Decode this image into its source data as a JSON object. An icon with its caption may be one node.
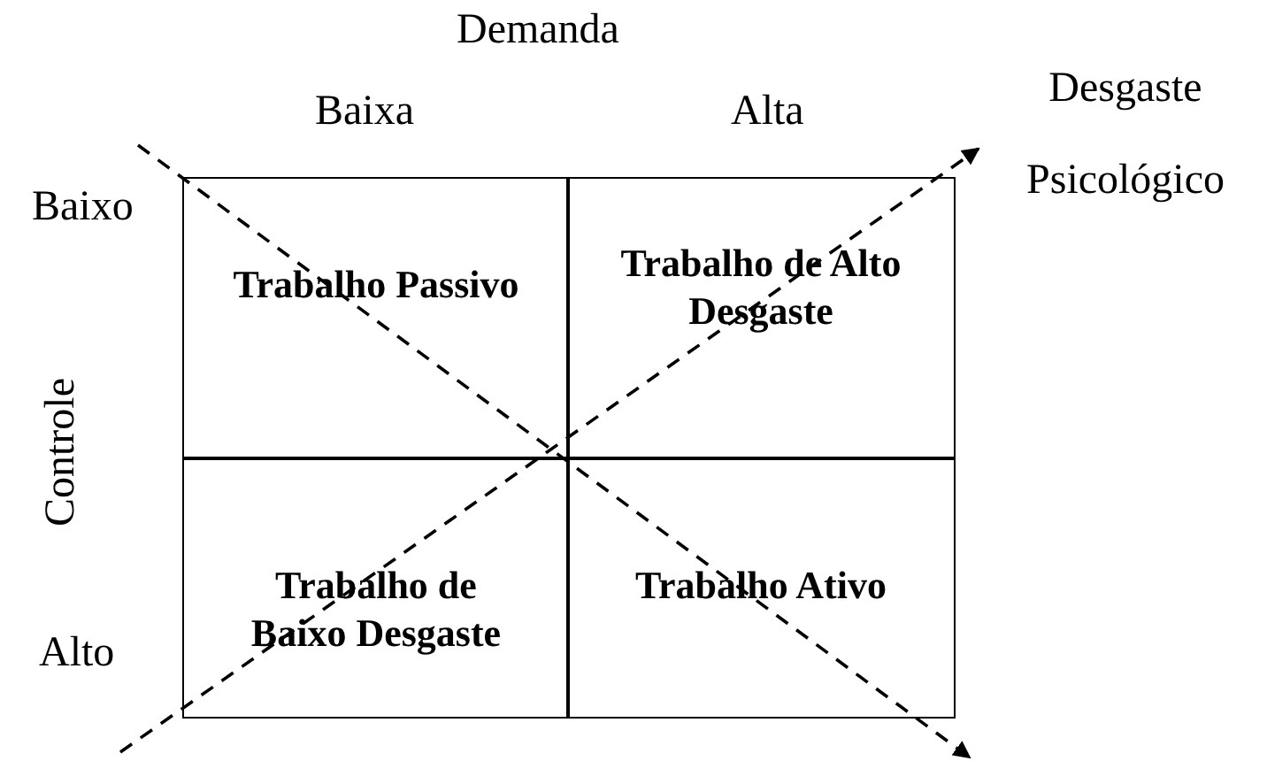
{
  "diagram": {
    "nodes": [
      {
        "text": [
          "Trabalho Passivo"
        ]
      },
      {
        "text": [
          "Trabalho de Alto Desgaste"
        ]
      },
      {
        "text": [
          "Trabalho de Baixo Desgaste"
        ]
      },
      {
        "text": [
          "Trabalho Ativo"
        ]
      }
    ],
    "labels": [
      "Demanda",
      "Baixa",
      "Alta",
      "Desgaste Psicológico",
      "Baixo",
      "Controle",
      "Alto"
    ]
  }
}
